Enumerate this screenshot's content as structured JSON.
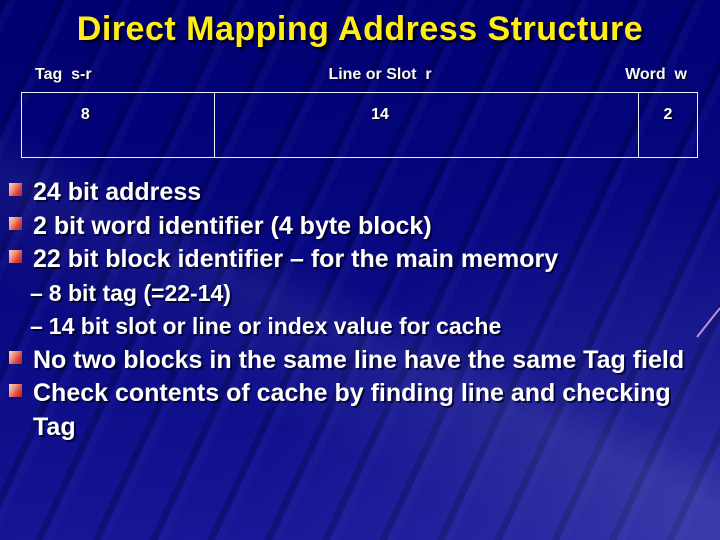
{
  "slide": {
    "title": "Direct Mapping Address Structure",
    "colors": {
      "background_navy": "#10108C",
      "title_yellow": "#FFEE11",
      "body_text_white": "#FFFFFF",
      "bullet_square_red": "#DC4840",
      "table_border_white": "#EEEEF6",
      "accent_line_lavender": "#D8A8E8"
    },
    "address_diagram": {
      "fields": [
        {
          "label": "Tag  s-r",
          "bits": "8"
        },
        {
          "label": "Line or Slot  r",
          "bits": "14"
        },
        {
          "label": "Word  w",
          "bits": "2"
        }
      ]
    },
    "bullets": [
      {
        "level": 1,
        "text": "24 bit address"
      },
      {
        "level": 1,
        "text": "2 bit word identifier (4 byte block)"
      },
      {
        "level": 1,
        "text": "22 bit block identifier – for the main memory"
      },
      {
        "level": 2,
        "marker": "–",
        "text": "8 bit tag (=22-14)"
      },
      {
        "level": 2,
        "marker": "–",
        "text": "14 bit slot or line or index value for cache"
      },
      {
        "level": 1,
        "text": "No two blocks in the same line have the same Tag field"
      },
      {
        "level": 1,
        "text": "Check contents of cache by finding line and checking Tag"
      }
    ]
  }
}
